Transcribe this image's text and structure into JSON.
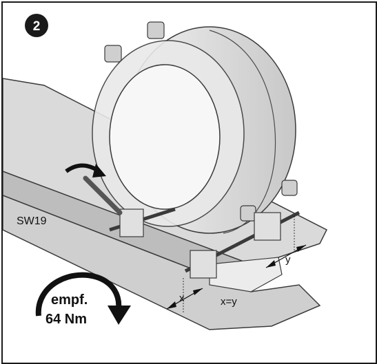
{
  "step": {
    "number": "2"
  },
  "labels": {
    "wrench_size": "SW19",
    "distance_x": "x",
    "distance_y": "y",
    "equality": "x=y",
    "torque_line1": "empf.",
    "torque_line2": "64 Nm"
  },
  "colors": {
    "rail": "#d9d9d9",
    "rail_shadow": "#b9b9b9",
    "clamp": "#e6e6e6",
    "outline": "#3a3a3a",
    "badge": "#1a1a1a"
  },
  "icons": [
    "rotate-arrow-icon",
    "torque-arrow-icon"
  ]
}
